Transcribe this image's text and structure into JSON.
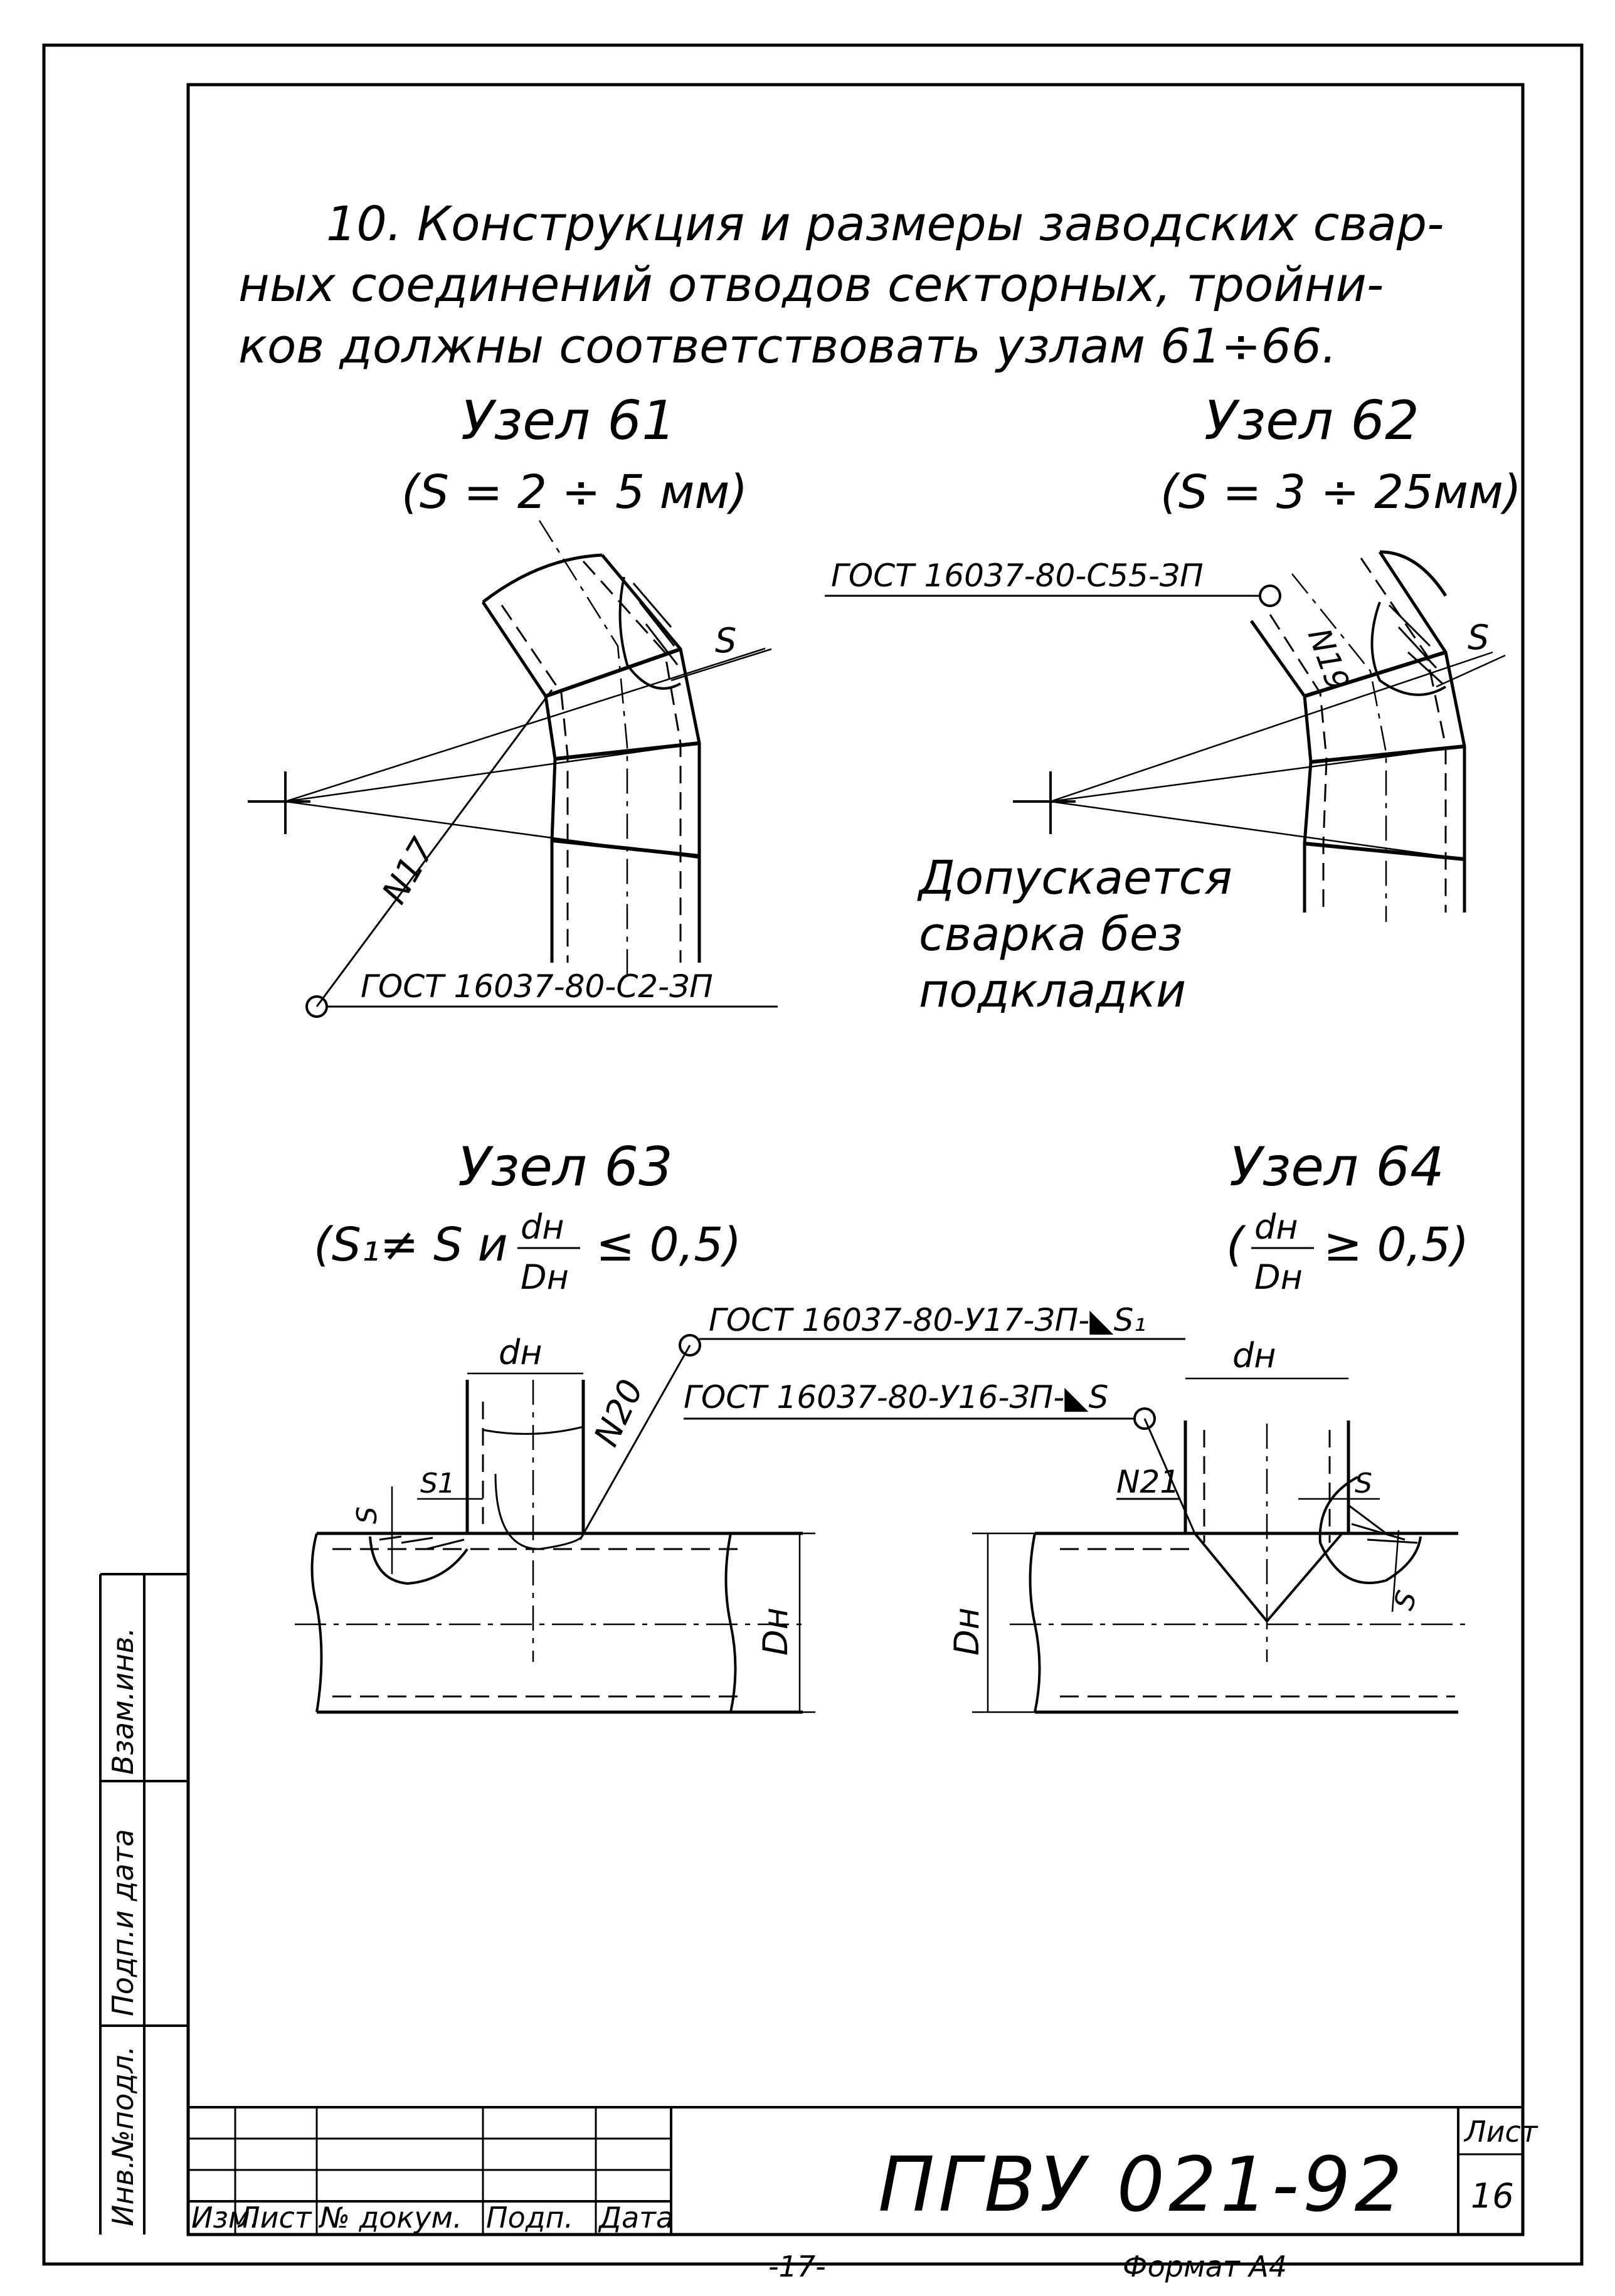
{
  "intro": {
    "line1": "10. Конструкция и размеры заводских свар-",
    "line2": "ных соединений отводов секторных, тройни-",
    "line3": "ков должны соответствовать узлам 61÷66."
  },
  "nodes": {
    "n61": {
      "title": "Узел 61",
      "condition": "(S = 2 ÷ 5 мм)",
      "std": "ГОСТ 16037-80-С2-ЗП",
      "weld_no": "N17",
      "dim": "S"
    },
    "n62": {
      "title": "Узел 62",
      "condition": "(S = 3 ÷ 25мм)",
      "std": "ГОСТ 16037-80-С55-ЗП",
      "weld_no": "N19",
      "dim": "S",
      "note1": "Допускается",
      "note2": "сварка без",
      "note3": "подкладки"
    },
    "n63": {
      "title": "Узел 63",
      "cond_left": "(S₁≠ S  и",
      "frac_num": "dн",
      "frac_den": "Dн",
      "cond_right": "≤ 0,5)",
      "std": "ГОСТ 16037-80-У17-ЗП-◣S₁",
      "weld_no": "N20",
      "dim_d": "dн",
      "dim_D": "Dн",
      "dim_s": "S",
      "dim_s1": "S1"
    },
    "n64": {
      "title": "Узел 64",
      "cond_left": "(",
      "frac_num": "dн",
      "frac_den": "Dн",
      "cond_right": "≥ 0,5)",
      "std": "ГОСТ 16037-80-У16-ЗП-◣S",
      "weld_no": "N21",
      "dim_d": "dн",
      "dim_D": "Dн",
      "dim_s": "S",
      "dim_s2": "S"
    }
  },
  "side_stamp": {
    "cell1": "Взам.инв.",
    "cell2": "Подп.и дата",
    "cell3": "Инв.№подл."
  },
  "title_block": {
    "doc_code": "ПГВУ 021-92",
    "sheet_label": "Лист",
    "sheet_no": "16",
    "col_izm": "Изм.",
    "col_list": "Лист",
    "col_doc": "№ докум.",
    "col_sign": "Подп.",
    "col_date": "Дата"
  },
  "footer": {
    "page_no": "-17-",
    "format": "Формат А4"
  }
}
